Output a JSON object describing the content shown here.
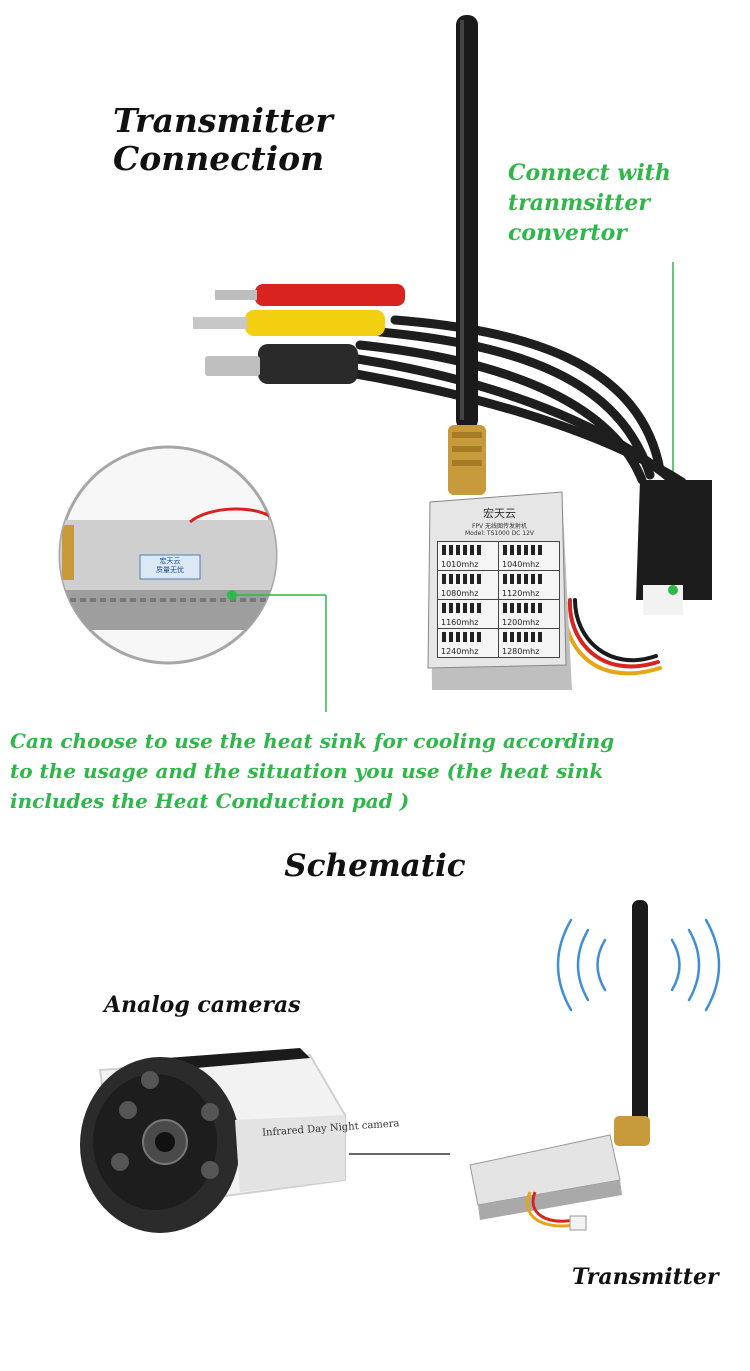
{
  "headings": {
    "transmitter_connection_line1": "Transmitter",
    "transmitter_connection_line2": "Connection",
    "schematic": "Schematic",
    "analog_cameras": "Analog cameras",
    "transmitter": "Transmitter"
  },
  "annotations": {
    "connect_line1": "Connect with",
    "connect_line2": "tranmsitter",
    "connect_line3": "convertor",
    "heat_sink_line1": "Can choose to use the heat sink for cooling according",
    "heat_sink_line2": "to  the usage and the situation you use (the heat sink",
    "heat_sink_line3": "includes the Heat Conduction pad )"
  },
  "module": {
    "brand": "宏天云",
    "model_line": "FPV 无线图传发射机",
    "spec_line": "Model: TS1000  DC 12V",
    "frequencies": [
      "1010mhz",
      "1040mhz",
      "1080mhz",
      "1120mhz",
      "1160mhz",
      "1200mhz",
      "1240mhz",
      "1280mhz"
    ]
  },
  "zoom_label": {
    "line1": "宏天云",
    "line2": "质量无忧"
  },
  "camera": {
    "label": "Infrared Day Night camera"
  },
  "colors": {
    "accent_green": "#2fb84a",
    "rca_red": "#d8231f",
    "rca_yellow": "#f2cf10",
    "antenna_black": "#1a1a1a",
    "brass": "#c79a3c"
  }
}
